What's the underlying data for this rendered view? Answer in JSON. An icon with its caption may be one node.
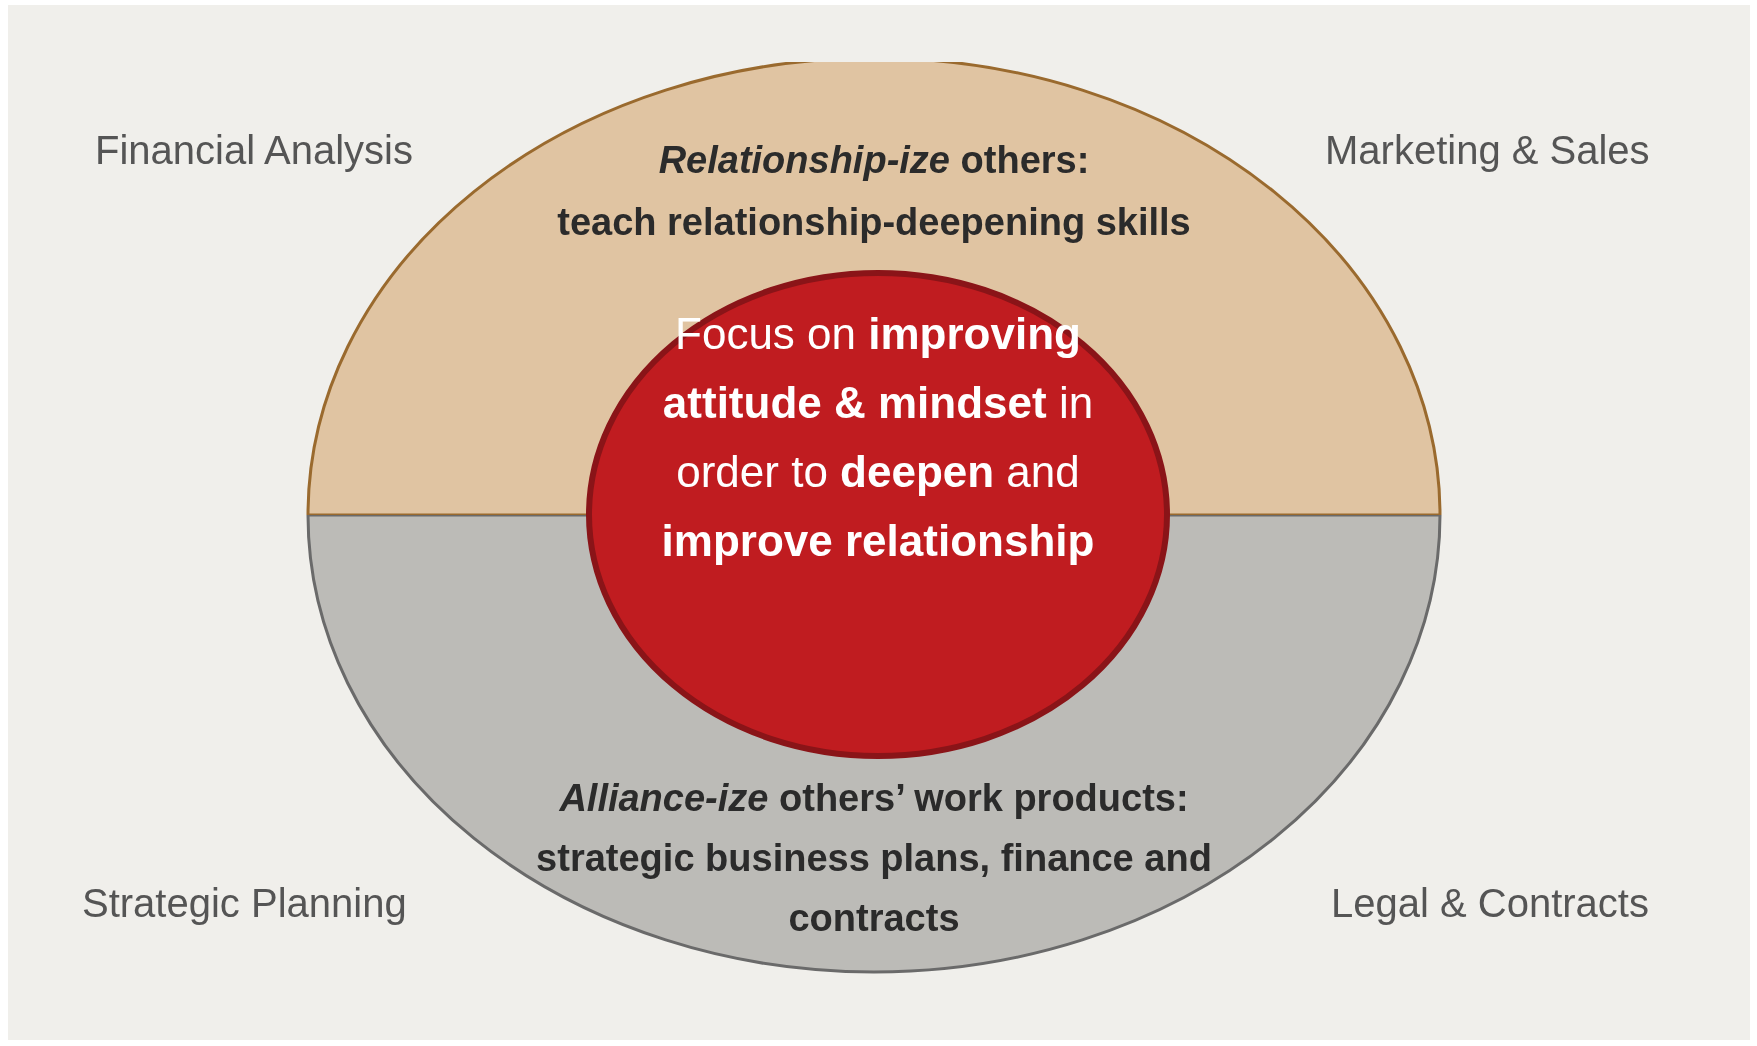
{
  "diagram": {
    "nodes": [
      {
        "text": [
          "*Relationship-ize* others:",
          "teach relationship-deepening skills"
        ]
      },
      {
        "text": [
          "*Alliance-ize* others’ work products:",
          "strategic business plans, finance and contracts"
        ]
      },
      {
        "text": [
          "Focus on **improving attitude & mindset** in order to **deepen** and **improve relationship**"
        ]
      }
    ],
    "labels": [
      "Financial Analysis",
      "Marketing & Sales",
      "Strategic Planning",
      "Legal & Contracts"
    ]
  }
}
